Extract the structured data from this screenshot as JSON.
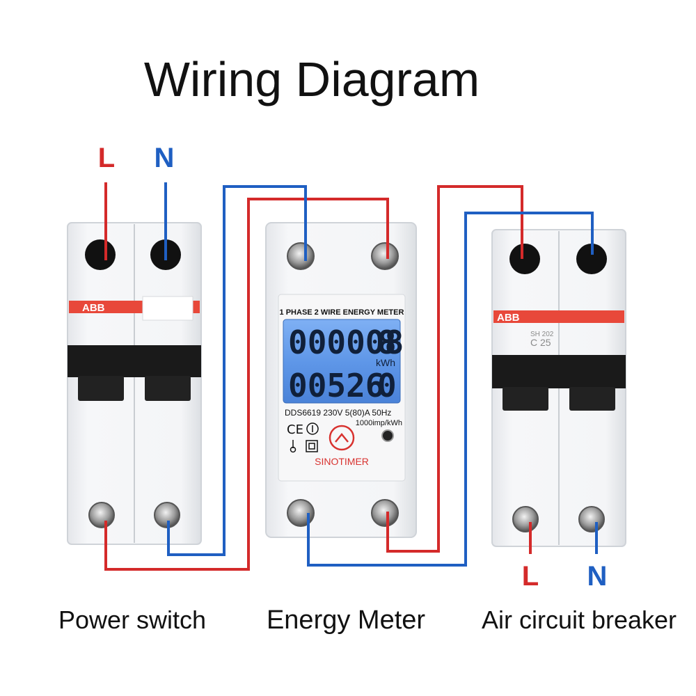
{
  "title": "Wiring Diagram",
  "input_labels": {
    "line": "L",
    "neutral": "N"
  },
  "output_labels": {
    "line": "L",
    "neutral": "N"
  },
  "captions": {
    "power_switch": "Power switch",
    "energy_meter": "Energy Meter",
    "air_breaker": "Air circuit breaker"
  },
  "power_switch": {
    "brand": "ABB"
  },
  "air_breaker": {
    "brand": "ABB",
    "model": "SH 202",
    "rating": "C 25"
  },
  "meter": {
    "header": "1 PHASE 2 WIRE ENERGY METER",
    "reading_top": "000008",
    "reading_top_decimal": "8",
    "unit": "kWh",
    "reading_bottom": "00526",
    "reading_bottom_decimal": "0",
    "spec_line": "DDS6619 230V  5(80)A  50Hz",
    "impulse": "1000imp/kWh",
    "brand": "SINOTIMER"
  },
  "colors": {
    "line_wire": "#d42a2a",
    "neutral_wire": "#1f5fc2",
    "lcd_backlight": "#5f97e8",
    "abb_stripe": "#e8483a"
  }
}
